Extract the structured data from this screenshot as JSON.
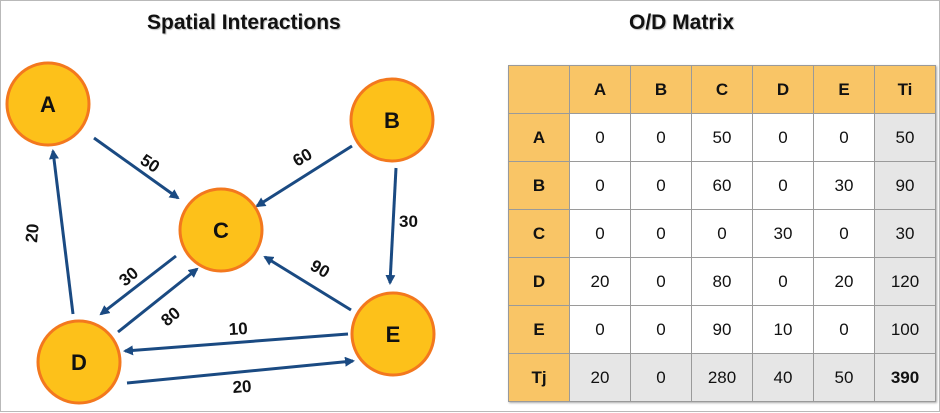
{
  "diagram": {
    "title": "Spatial Interactions",
    "node_color": "#fdc11a",
    "node_border": "#f3781e",
    "arrow_color": "#1a4a82",
    "nodes": [
      {
        "id": "A",
        "label": "A"
      },
      {
        "id": "B",
        "label": "B"
      },
      {
        "id": "C",
        "label": "C"
      },
      {
        "id": "D",
        "label": "D"
      },
      {
        "id": "E",
        "label": "E"
      }
    ],
    "edges": [
      {
        "from": "A",
        "to": "C",
        "label": "50"
      },
      {
        "from": "B",
        "to": "C",
        "label": "60"
      },
      {
        "from": "B",
        "to": "E",
        "label": "30"
      },
      {
        "from": "D",
        "to": "A",
        "label": "20"
      },
      {
        "from": "C",
        "to": "D",
        "label": "30"
      },
      {
        "from": "D",
        "to": "C",
        "label": "80"
      },
      {
        "from": "E",
        "to": "C",
        "label": "90"
      },
      {
        "from": "E",
        "to": "D",
        "label": "10"
      },
      {
        "from": "D",
        "to": "E",
        "label": "20"
      }
    ]
  },
  "matrix": {
    "title": "O/D Matrix",
    "header_color": "#f9c566",
    "total_color": "#e6e6e6",
    "columns": [
      "A",
      "B",
      "C",
      "D",
      "E",
      "Ti"
    ],
    "rows": [
      {
        "label": "A",
        "values": [
          "0",
          "0",
          "50",
          "0",
          "0",
          "50"
        ]
      },
      {
        "label": "B",
        "values": [
          "0",
          "0",
          "60",
          "0",
          "30",
          "90"
        ]
      },
      {
        "label": "C",
        "values": [
          "0",
          "0",
          "0",
          "30",
          "0",
          "30"
        ]
      },
      {
        "label": "D",
        "values": [
          "20",
          "0",
          "80",
          "0",
          "20",
          "120"
        ]
      },
      {
        "label": "E",
        "values": [
          "0",
          "0",
          "90",
          "10",
          "0",
          "100"
        ]
      }
    ],
    "totals_row": {
      "label": "Tj",
      "values": [
        "20",
        "0",
        "280",
        "40",
        "50",
        "390"
      ]
    }
  }
}
